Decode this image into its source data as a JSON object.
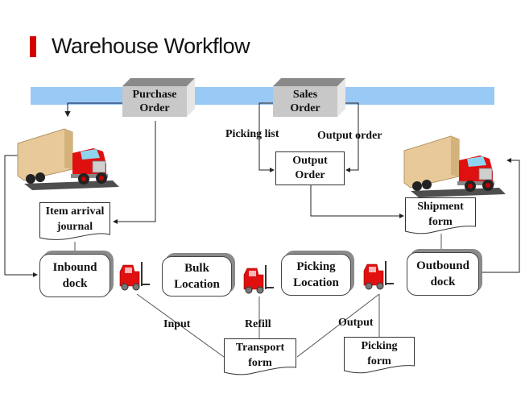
{
  "title": "Warehouse Workflow",
  "colors": {
    "accent_bar": "#d40000",
    "band": "#99c9f5",
    "cube_front": "#c8c8c8",
    "truck_cab": "#e01010",
    "truck_trailer": "#e8c99a",
    "forklift": "#e01010"
  },
  "nodes": {
    "purchase_order": {
      "line1": "Purchase",
      "line2": "Order"
    },
    "sales_order": {
      "line1": "Sales",
      "line2": "Order"
    },
    "output_order": {
      "line1": "Output",
      "line2": "Order"
    },
    "item_arrival_journal": {
      "line1": "Item arrival",
      "line2": "journal"
    },
    "shipment_form": {
      "line1": "Shipment",
      "line2": "form"
    },
    "inbound_dock": {
      "line1": "Inbound",
      "line2": "dock"
    },
    "bulk_location": {
      "line1": "Bulk",
      "line2": "Location"
    },
    "picking_location": {
      "line1": "Picking",
      "line2": "Location"
    },
    "outbound_dock": {
      "line1": "Outbound",
      "line2": "dock"
    },
    "transport_form": {
      "line1": "Transport",
      "line2": "form"
    },
    "picking_form": {
      "line1": "Picking",
      "line2": "form"
    }
  },
  "edge_labels": {
    "picking_list": "Picking list",
    "output_order": "Output order",
    "input": "Input",
    "refill": "Refill",
    "output": "Output"
  },
  "icons": [
    "inbound-truck-icon",
    "outbound-truck-icon",
    "forklift-icon",
    "forklift-icon",
    "forklift-icon"
  ]
}
